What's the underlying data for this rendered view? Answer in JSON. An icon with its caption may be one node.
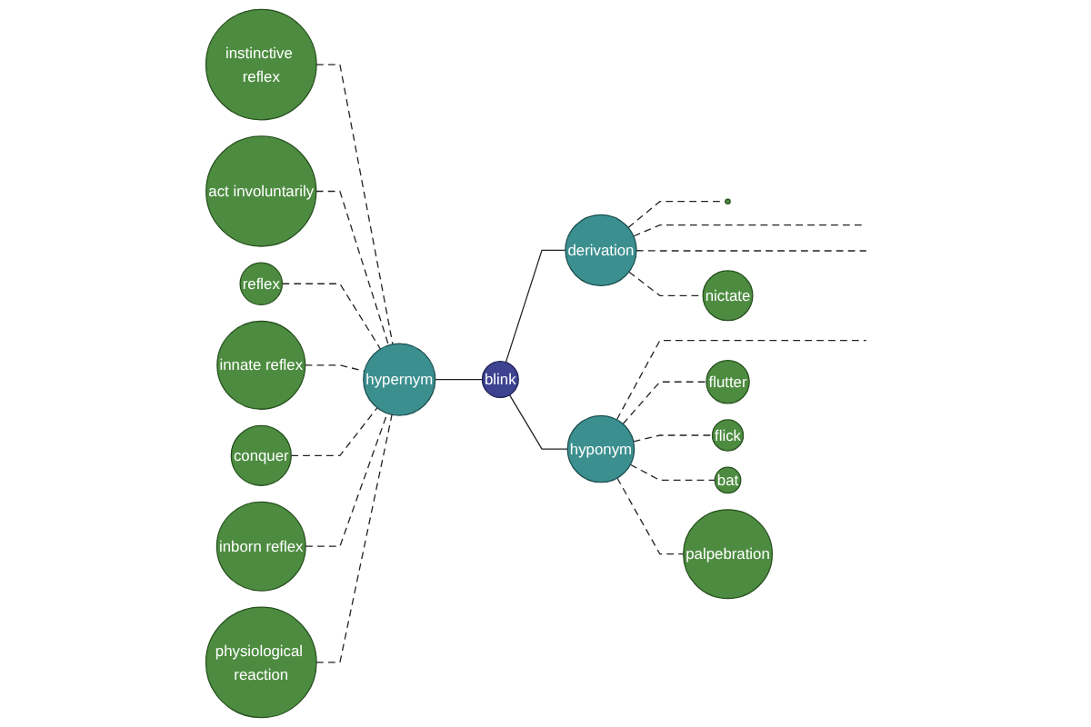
{
  "diagram": {
    "nodes": [
      {
        "text": [],
        "shape": "circle"
      },
      {
        "text": [
          "derivation"
        ]
      },
      {
        "text": [
          "flick"
        ]
      },
      {
        "text": [
          "bat"
        ]
      },
      {
        "text": [
          "flutter"
        ]
      },
      {
        "text": [
          "hyponym"
        ]
      },
      {
        "text": [
          "instinctive reflex"
        ]
      },
      {
        "text": [
          "act involuntarily"
        ]
      },
      {
        "text": [
          "nictate"
        ]
      },
      {
        "text": [
          "blink"
        ]
      },
      {
        "text": [
          "reflex"
        ]
      },
      {
        "text": [
          "palpebration"
        ]
      },
      {
        "text": [
          "hypernym"
        ]
      },
      {
        "text": [
          "innate reflex"
        ]
      },
      {
        "text": [
          "conquer"
        ]
      },
      {
        "text": [
          "inborn reflex"
        ]
      },
      {
        "text": [
          "physiological reaction"
        ]
      }
    ],
    "edges": [
      {
        "from": 12,
        "to": 9,
        "arrow": "none"
      },
      {
        "from": 9,
        "to": 1,
        "arrow": "none"
      },
      {
        "from": 9,
        "to": 5,
        "arrow": "none"
      },
      {
        "from": 1,
        "to": 0,
        "arrow": "none",
        "style": "dashed"
      },
      {
        "from": 1,
        "to": null,
        "arrow": "none",
        "style": "dashed"
      },
      {
        "from": 1,
        "to": null,
        "arrow": "none",
        "style": "dashed"
      },
      {
        "from": 1,
        "to": 8,
        "arrow": "none",
        "style": "dashed"
      },
      {
        "from": 5,
        "to": null,
        "arrow": "none",
        "style": "dashed"
      },
      {
        "from": 5,
        "to": 4,
        "arrow": "none",
        "style": "dashed"
      },
      {
        "from": 5,
        "to": 2,
        "arrow": "none",
        "style": "dashed"
      },
      {
        "from": 5,
        "to": 3,
        "arrow": "none",
        "style": "dashed"
      },
      {
        "from": 5,
        "to": 11,
        "arrow": "none",
        "style": "dashed"
      },
      {
        "from": 6,
        "to": 12,
        "arrow": "none",
        "style": "dashed"
      },
      {
        "from": 7,
        "to": 12,
        "arrow": "none",
        "style": "dashed"
      },
      {
        "from": 10,
        "to": 12,
        "arrow": "none",
        "style": "dashed"
      },
      {
        "from": 13,
        "to": 12,
        "arrow": "none",
        "style": "dashed"
      },
      {
        "from": 14,
        "to": 12,
        "arrow": "none",
        "style": "dashed"
      },
      {
        "from": 15,
        "to": 12,
        "arrow": "none",
        "style": "dashed"
      },
      {
        "from": 16,
        "to": 12,
        "arrow": "none",
        "style": "dashed"
      }
    ]
  }
}
